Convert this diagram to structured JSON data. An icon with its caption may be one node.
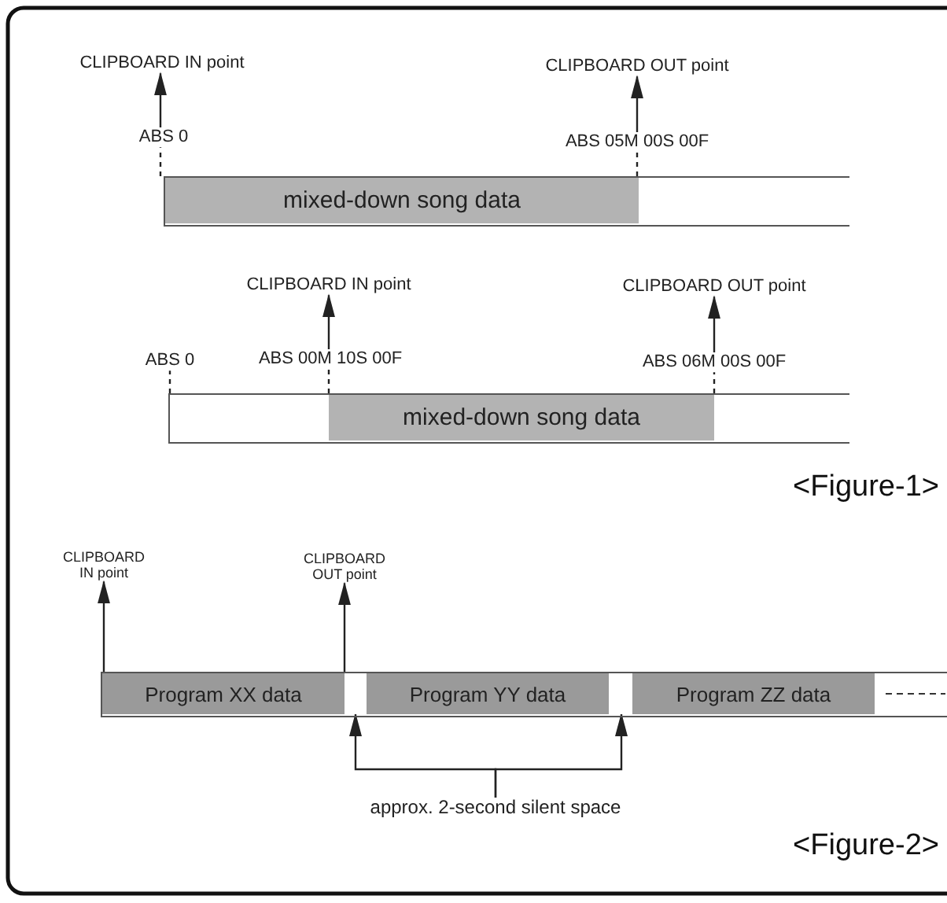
{
  "diagram": {
    "nodes": [
      {
        "text": [
          "CLIPBOARD IN point"
        ]
      },
      {
        "text": [
          "CLIPBOARD OUT point"
        ]
      },
      {
        "text": [
          "ABS 0"
        ]
      },
      {
        "text": [
          "ABS 05M 00S 00F"
        ]
      },
      {
        "text": [],
        "shape": "bar"
      },
      {
        "text": [
          "mixed-down song data"
        ],
        "in": 4
      },
      {
        "text": [
          "CLIPBOARD IN point"
        ]
      },
      {
        "text": [
          "CLIPBOARD OUT point"
        ]
      },
      {
        "text": [
          "ABS 0"
        ]
      },
      {
        "text": [
          "ABS 00M 10S 00F"
        ]
      },
      {
        "text": [
          "ABS 06M 00S 00F"
        ]
      },
      {
        "text": [],
        "shape": "bar"
      },
      {
        "text": [
          "mixed-down song data"
        ],
        "in": 11
      },
      {
        "text": [
          "CLIPBOARD IN point"
        ]
      },
      {
        "text": [
          "CLIPBOARD OUT point"
        ]
      },
      {
        "text": [],
        "shape": "bar"
      },
      {
        "text": [
          "Program XX data"
        ],
        "in": 15
      },
      {
        "text": [],
        "shape": "box",
        "in": 15
      },
      {
        "text": [
          "Program YY data"
        ],
        "in": 15
      },
      {
        "text": [],
        "shape": "box",
        "in": 15
      },
      {
        "text": [
          "Program ZZ data"
        ],
        "in": 15
      },
      {
        "text": [
          "approx. 2-second silent space"
        ]
      }
    ],
    "edges": [
      {
        "from": 2,
        "to": 0,
        "arrow": "to"
      },
      {
        "from": 4,
        "to": 2,
        "arrow": "none",
        "style": "dashed"
      },
      {
        "from": 3,
        "to": 1,
        "arrow": "to"
      },
      {
        "from": 4,
        "to": 3,
        "arrow": "none",
        "style": "dashed"
      },
      {
        "from": 9,
        "to": 6,
        "arrow": "to"
      },
      {
        "from": 11,
        "to": 8,
        "arrow": "none",
        "style": "dashed"
      },
      {
        "from": 11,
        "to": 9,
        "arrow": "none",
        "style": "dashed"
      },
      {
        "from": 10,
        "to": 7,
        "arrow": "to"
      },
      {
        "from": 11,
        "to": 10,
        "arrow": "none",
        "style": "dashed"
      },
      {
        "from": 15,
        "to": 13,
        "arrow": "to"
      },
      {
        "from": 15,
        "to": 14,
        "arrow": "to"
      },
      {
        "from": 21,
        "to": 17,
        "arrow": "to"
      },
      {
        "from": 21,
        "to": 19,
        "arrow": "to"
      }
    ],
    "labels": [
      "<Figure-1>",
      "<Figure-2>"
    ]
  }
}
